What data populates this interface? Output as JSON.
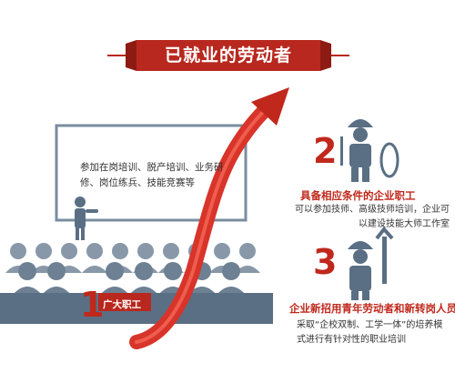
{
  "title": "已就业的劳动者",
  "board_text": "参加在岗培训、脱产培训、业务研修、岗位练兵、技能竞赛等",
  "steps": [
    {
      "number": "1",
      "label": "广大职工"
    },
    {
      "number": "2",
      "label": "具备相应条件的企业职工",
      "description": "可以参加技师、高级技师培训，企业可以建设技能大师工作室"
    },
    {
      "number": "3",
      "label": "企业新招用青年劳动者和新转岗人员",
      "description": "采取“企校双制、工学一体”的培养模式进行有针对性的职业培训"
    }
  ],
  "colors": {
    "accent": "#c0281c",
    "banner": "#b8281e",
    "figure": "#5a6f84",
    "board_border": "#7a8da0"
  },
  "icons": [
    "presenter-figure-icon",
    "worker-screwdriver-icon",
    "worker-wrench-icon",
    "audience-icon",
    "growth-arrow-icon"
  ]
}
